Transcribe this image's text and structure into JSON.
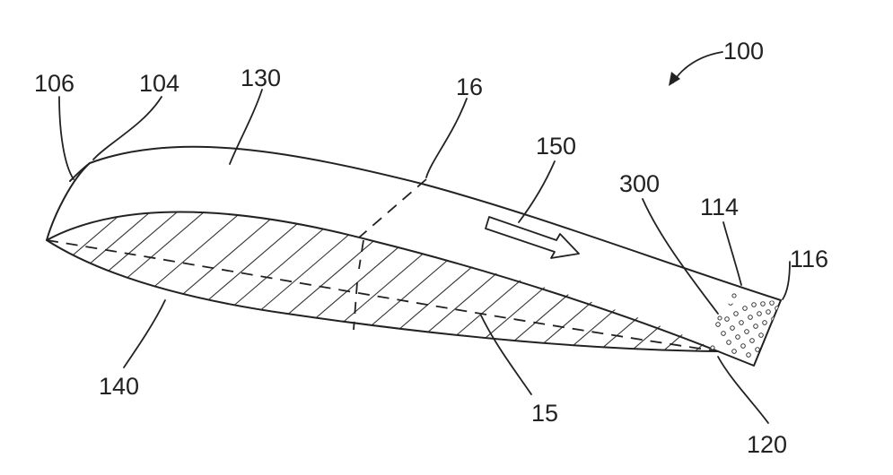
{
  "figure": {
    "reference_numerals": {
      "assembly": "100",
      "edge_106": "106",
      "edge_104": "104",
      "upper_surface": "130",
      "span_line": "16",
      "flow_direction": "150",
      "hole_array": "300",
      "trailing_edge_114": "114",
      "tip_116": "116",
      "lower_surface": "140",
      "chord_line": "15",
      "trailing_tip_120": "120"
    }
  }
}
